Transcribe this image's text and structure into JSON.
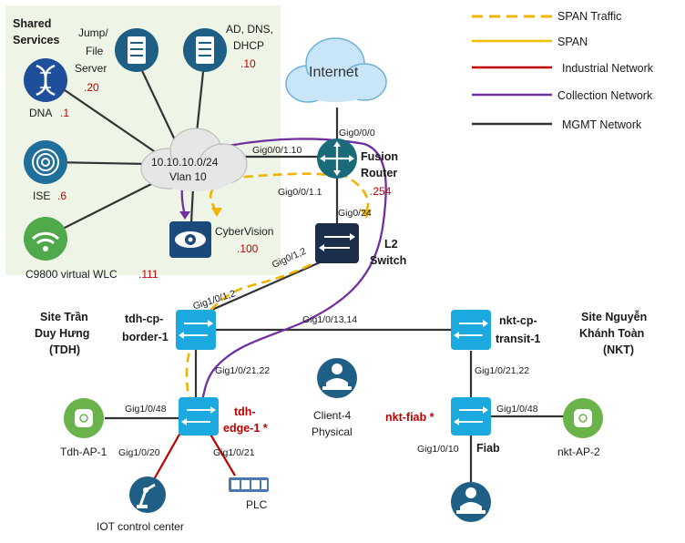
{
  "legend": [
    {
      "label": "SPAN Traffic",
      "color": "#f0b400",
      "style": "dashed"
    },
    {
      "label": "SPAN",
      "color": "#f0c000",
      "style": "solid"
    },
    {
      "label": "Industrial Network",
      "color": "#c00000",
      "style": "solid"
    },
    {
      "label": "Collection Network",
      "color": "#7030a0",
      "style": "solid"
    },
    {
      "label": "MGMT Network",
      "color": "#333333",
      "style": "solid"
    }
  ],
  "shared_services": {
    "title_line1": "Shared",
    "title_line2": "Services",
    "jump_line1": "Jump/",
    "jump_line2": "File",
    "jump_line3": "Server",
    "jump_ip": ".20",
    "ad_line1": "AD, DNS,",
    "ad_line2": "DHCP",
    "ad_ip": ".10",
    "dna_name": "DNA",
    "dna_ip": ".1",
    "ise_name": "ISE",
    "ise_ip": ".6",
    "wlc_name": "C9800 virtual WLC",
    "wlc_ip": ".111",
    "subnet_line1": "10.10.10.0/24",
    "subnet_line2": "Vlan 10",
    "cybervision_name": "CyberVision",
    "cybervision_ip": ".100"
  },
  "internet": {
    "label": "Internet"
  },
  "fusion": {
    "line1": "Fusion",
    "line2": "Router",
    "ip": ".254",
    "port_internet": "Gig0/0/0",
    "port_vlan": "Gig0/0/1.10",
    "port_l2": "Gig0/0/1.1"
  },
  "l2switch": {
    "line1": "L2",
    "line2": "Switch",
    "port_up": "Gig0/24",
    "port_down": "Gig0/1,2"
  },
  "site_tdh": {
    "line1": "Site Trần",
    "line2": "Duy Hưng",
    "line3": "(TDH)"
  },
  "site_nkt": {
    "line1": "Site Nguyễn",
    "line2": "Khánh Toàn",
    "line3": "(NKT)"
  },
  "tdh_border": {
    "line1": "tdh-cp-",
    "line2": "border-1",
    "port_up": "Gig1/0/1,2",
    "port_down": "Gig1/0/21,22",
    "port_transit": "Gig1/0/13,14"
  },
  "nkt_transit": {
    "line1": "nkt-cp-",
    "line2": "transit-1",
    "port_down": "Gig1/0/21,22"
  },
  "tdh_edge": {
    "line1": "tdh-",
    "line2": "edge-1 *",
    "port_ap": "Gig1/0/48",
    "port_iot": "Gig1/0/20",
    "port_plc": "Gig1/0/21"
  },
  "nkt_fiab": {
    "name": "nkt-fiab *",
    "fiab_label": "Fiab",
    "port_ap": "Gig1/0/48",
    "port_client": "Gig1/0/10"
  },
  "endpoints": {
    "tdh_ap": "Tdh-AP-1",
    "nkt_ap": "nkt-AP-2",
    "iot": "IOT control center",
    "plc": "PLC",
    "client_line1": "Client-4",
    "client_line2": "Physical"
  },
  "colors": {
    "shared_bg": "#eef5e6",
    "switch_blue": "#1ba9e0",
    "router_teal": "#1a6a7a",
    "server_blue": "#1f5f85",
    "ap_green": "#6ab24a",
    "cloud_blue": "#c8e6f7",
    "cloud_gray": "#e6e6e6"
  }
}
